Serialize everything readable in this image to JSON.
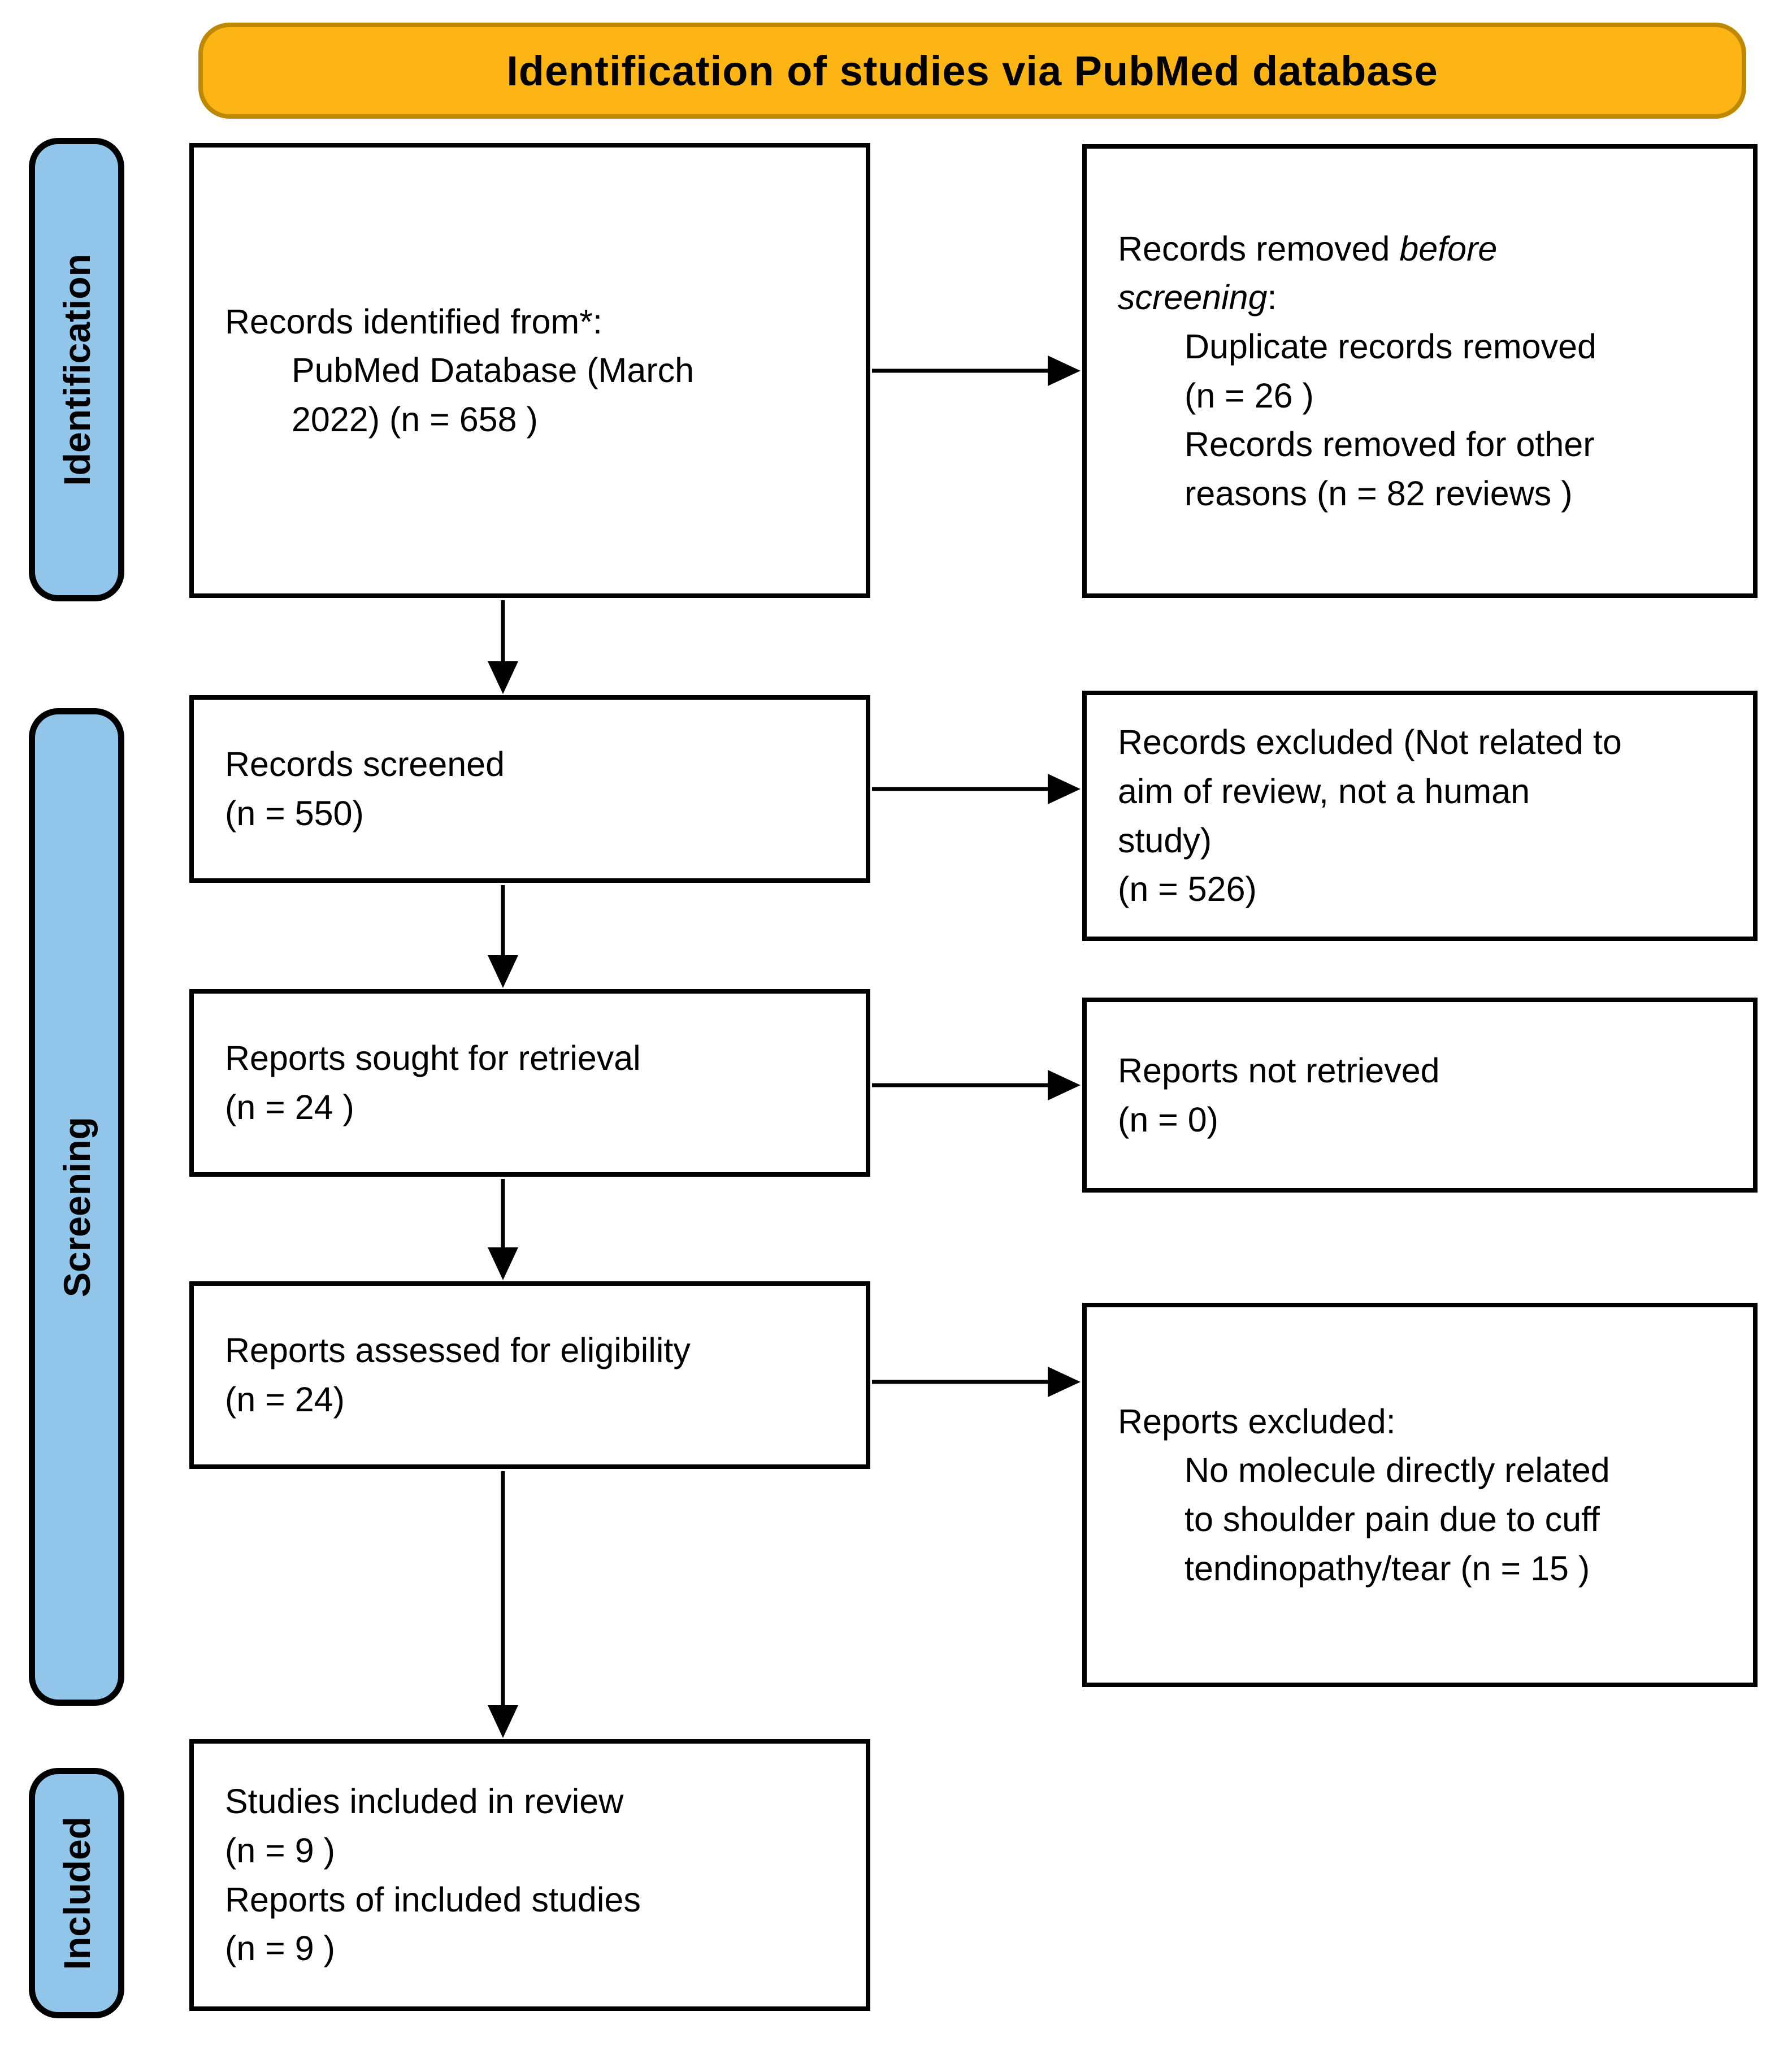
{
  "title": {
    "text": "Identification of studies via PubMed database"
  },
  "stages": [
    {
      "label": "Identification"
    },
    {
      "label": "Screening"
    },
    {
      "label": "Included"
    }
  ],
  "flow": {
    "records_identified": {
      "heading": "Records identified from*:",
      "detail": "PubMed Database (March\n2022) (n = 658 )"
    },
    "records_removed": {
      "prefix": "Records removed ",
      "emphasis": "before\nscreening",
      "suffix": ":",
      "reason_duplicates": "Duplicate records removed\n(n = 26 )",
      "reason_other": "Records removed for other\nreasons (n = 82 reviews )"
    },
    "records_screened": {
      "text": "Records screened\n(n = 550)"
    },
    "records_excluded": {
      "text": "Records excluded (Not related to\naim of review, not a human\nstudy)\n(n = 526)"
    },
    "reports_sought": {
      "text": "Reports sought for retrieval\n(n = 24 )"
    },
    "reports_not_retrieved": {
      "text": "Reports not retrieved\n(n = 0)"
    },
    "reports_assessed": {
      "text": "Reports assessed for eligibility\n(n = 24)"
    },
    "reports_excluded": {
      "heading": "Reports excluded:",
      "detail": "No molecule directly related\nto shoulder pain due to cuff\ntendinopathy/tear (n = 15 )"
    },
    "studies_included": {
      "text": "Studies included in review\n(n = 9 )\nReports of included studies\n(n = 9 )"
    }
  },
  "colors": {
    "banner_bg": "#FCB515",
    "banner_border": "#BE8800",
    "stage_bg": "#92C5EA",
    "line": "#000000"
  }
}
